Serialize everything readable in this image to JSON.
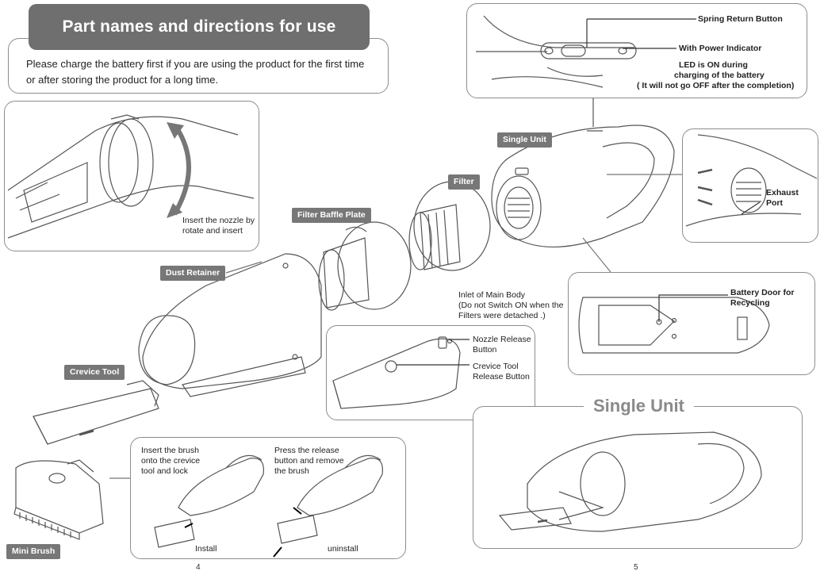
{
  "header": {
    "title": "Part names and directions for use",
    "intro_line1": "Please charge  the battery first if you are using the product for the first time",
    "intro_line2": "or after storing the product for a long time."
  },
  "nozzle_box": {
    "instruction_line1": "Insert the nozzle by",
    "instruction_line2": "rotate and insert"
  },
  "tags": {
    "dust_retainer": "Dust Retainer",
    "filter_baffle_plate": "Filter Baffle Plate",
    "filter": "Filter",
    "single_unit": "Single Unit",
    "crevice_tool": "Crevice Tool",
    "mini_brush": "Mini Brush"
  },
  "switch_box": {
    "spring_return": "Spring Return Button",
    "power_indicator": "With Power Indicator",
    "led_line1": "LED is ON during",
    "led_line2": "charging of the battery",
    "led_line3": "( It will not go OFF after the completion)"
  },
  "exhaust_box": {
    "line1": "Exhaust",
    "line2": "Port"
  },
  "inlet": {
    "line1": "Inlet of Main Body",
    "line2": "(Do not Switch ON when the",
    "line3": "Filters were detached .)"
  },
  "battery_box": {
    "line1": "Battery Door for",
    "line2": "Recycling"
  },
  "release_box": {
    "nozzle_line1": "Nozzle Release",
    "nozzle_line2": "Button",
    "crevice_line1": "Crevice Tool",
    "crevice_line2": "Release Button"
  },
  "brush_box": {
    "insert_line1": "Insert the brush",
    "insert_line2": "onto the crevice",
    "insert_line3": "tool and lock",
    "press_line1": "Press the release",
    "press_line2": "button and remove",
    "press_line3": "the brush",
    "install": "Install",
    "uninstall": "uninstall"
  },
  "single_unit_box": {
    "title": "Single Unit"
  },
  "pages": {
    "left": "4",
    "right": "5"
  }
}
